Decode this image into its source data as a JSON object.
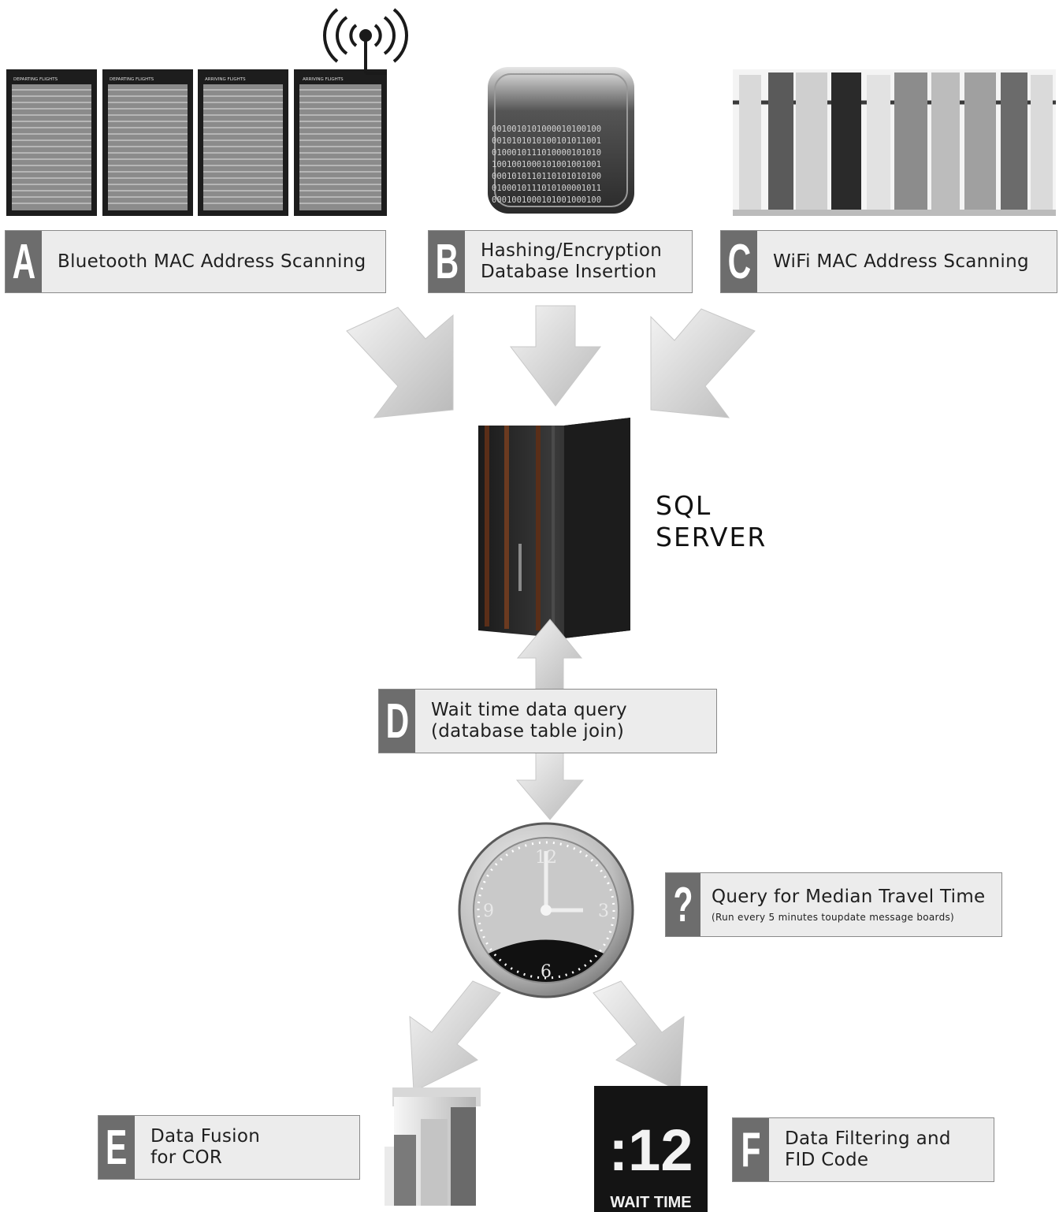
{
  "steps": {
    "a": {
      "tag": "A",
      "line1": "Bluetooth MAC Address Scanning"
    },
    "b": {
      "tag": "B",
      "line1": "Hashing/Encryption",
      "line2": "Database Insertion"
    },
    "c": {
      "tag": "C",
      "line1": "WiFi MAC Address Scanning"
    },
    "d": {
      "tag": "D",
      "line1": "Wait time data query",
      "line2": "(database table join)"
    },
    "q": {
      "tag": "?",
      "line1": "Query for Median Travel Time",
      "line2": "(Run every 5 minutes toupdate message boards)"
    },
    "e": {
      "tag": "E",
      "line1": "Data Fusion",
      "line2": "for COR"
    },
    "f": {
      "tag": "F",
      "line1": "Data Filtering and",
      "line2": "FID Code"
    }
  },
  "server": {
    "line1": "SQL",
    "line2": "SERVER"
  },
  "boards": {
    "headers": [
      "DEPARTING FLIGHTS",
      "DEPARTING FLIGHTS",
      "ARRIVING FLIGHTS",
      "ARRIVING FLIGHTS"
    ]
  },
  "binary": {
    "rows": [
      "0010010101000010100100",
      "0010101010100101011001",
      "0100010111010000101010",
      "1001001000101001001001",
      "0001010110110101010100",
      "0100010111010100001011",
      "0001001000101001000100"
    ]
  },
  "clock": {
    "n12": "12",
    "n3": "3",
    "n6": "6",
    "n9": "9"
  },
  "waitsign": {
    "value": ":12",
    "label": "WAIT TIME"
  },
  "colors": {
    "tag_bg": "#6d6d6d",
    "box_bg": "#ececec",
    "arrow": "#d4d4d4"
  }
}
